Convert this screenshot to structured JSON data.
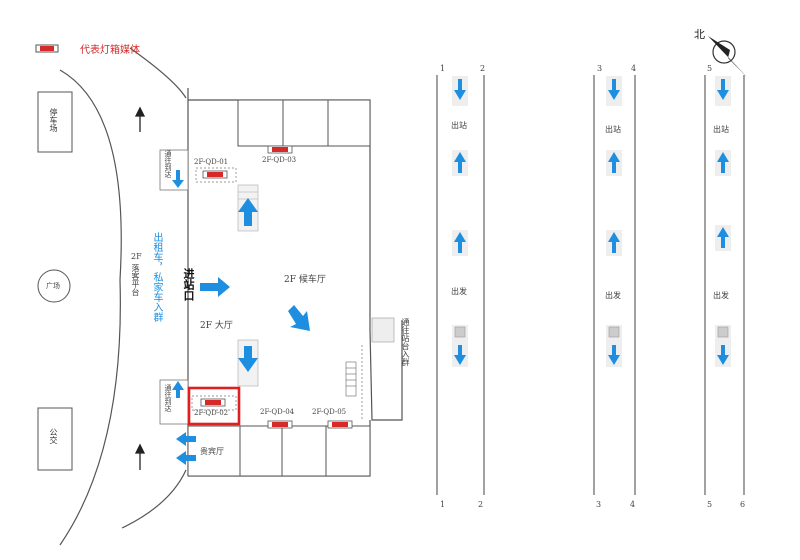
{
  "legend": {
    "label": "代表灯箱媒体"
  },
  "compass": {
    "north": "北"
  },
  "labels": {
    "parking": "停车场",
    "bus": "公交",
    "square": "广场",
    "floor_2f": "2F",
    "drop_off": "落客平台",
    "taxi_private": "出租车，私家车入群",
    "entrance": "进站口",
    "hall": "2F 大厅",
    "waiting_hall": "2F 候车厅",
    "vip_hall": "贵宾厅",
    "left_top_passage": "通往到达",
    "left_bottom_passage": "通往到达",
    "platform_access": "通往站台入群"
  },
  "media_ids": [
    "2F-QD-01",
    "2F-QD-02",
    "2F-QD-03",
    "2F-QD-04",
    "2F-QD-05"
  ],
  "highlight": {
    "media_id": "2F-QD-02",
    "color": "#e02020"
  },
  "tracks": [
    {
      "top_left": "1",
      "top_right": "2",
      "bottom_left": "1",
      "bottom_right": "2",
      "exit_label": "出站",
      "depart_label": "出发"
    },
    {
      "top_left": "3",
      "top_right": "4",
      "bottom_left": "3",
      "bottom_right": "4",
      "exit_label": "出站",
      "depart_label": "出发"
    },
    {
      "top_left": "5",
      "top_right": "",
      "bottom_left": "5",
      "bottom_right": "6",
      "exit_label": "出站",
      "depart_label": "出发"
    }
  ],
  "colors": {
    "arrow_blue": "#1e8fe0",
    "media_red": "#d62a2a",
    "line": "#555555"
  }
}
